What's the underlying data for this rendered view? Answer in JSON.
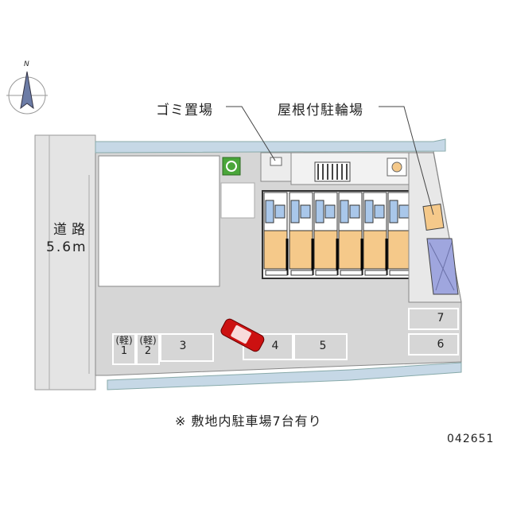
{
  "compass": {
    "label": "N",
    "icon": "north-arrow-icon"
  },
  "labels": {
    "road_line1": "道路",
    "road_line2": "5.6m",
    "garbage": "ゴミ置場",
    "bicycle": "屋根付駐輪場",
    "note": "※ 敷地内駐車場7台有り",
    "code": "042651"
  },
  "parking": [
    {
      "number": "1",
      "kei": "(軽)"
    },
    {
      "number": "2",
      "kei": "(軽)"
    },
    {
      "number": "3"
    },
    {
      "number": "4"
    },
    {
      "number": "5"
    },
    {
      "number": "6"
    },
    {
      "number": "7"
    }
  ],
  "colors": {
    "ground": "#d6d6d6",
    "road": "#e4e4e4",
    "water": "#c6d8e6",
    "unit_living": "#f5c98a",
    "unit_wet": "#a9c7ea",
    "bike_shed": "#9fa6de",
    "car": "#cc1111",
    "garbage_icon": "#4aa63a"
  }
}
